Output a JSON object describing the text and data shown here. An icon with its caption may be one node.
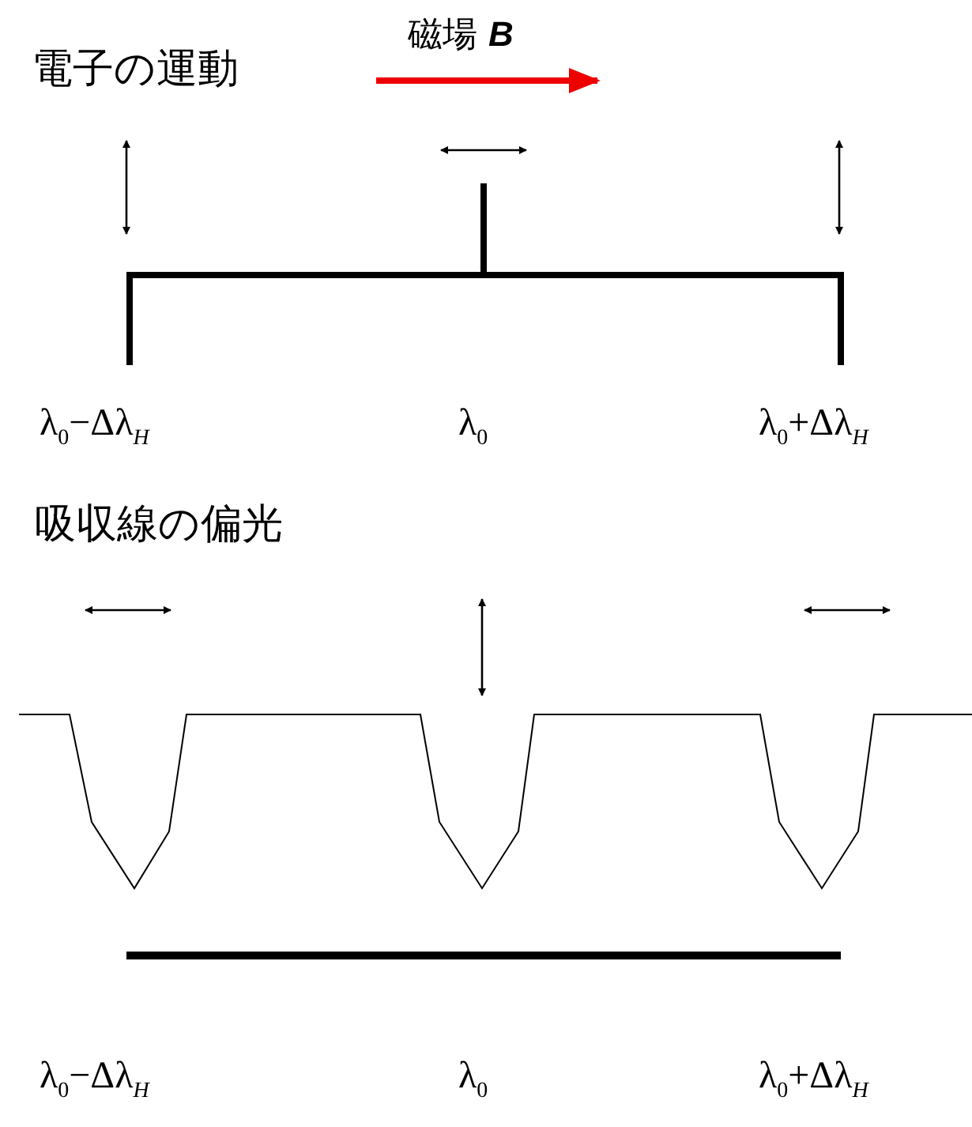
{
  "diagram": {
    "labels": [
      "電子の運動",
      "磁場 **B**",
      "λ$_{0}$−Δλ$_{H}$",
      "λ$_{0}$",
      "λ$_{0}$+Δλ$_{H}$",
      "吸収線の偏光",
      "λ$_{0}$−Δλ$_{H}$",
      "λ$_{0}$",
      "λ$_{0}$+Δλ$_{H}$"
    ]
  }
}
